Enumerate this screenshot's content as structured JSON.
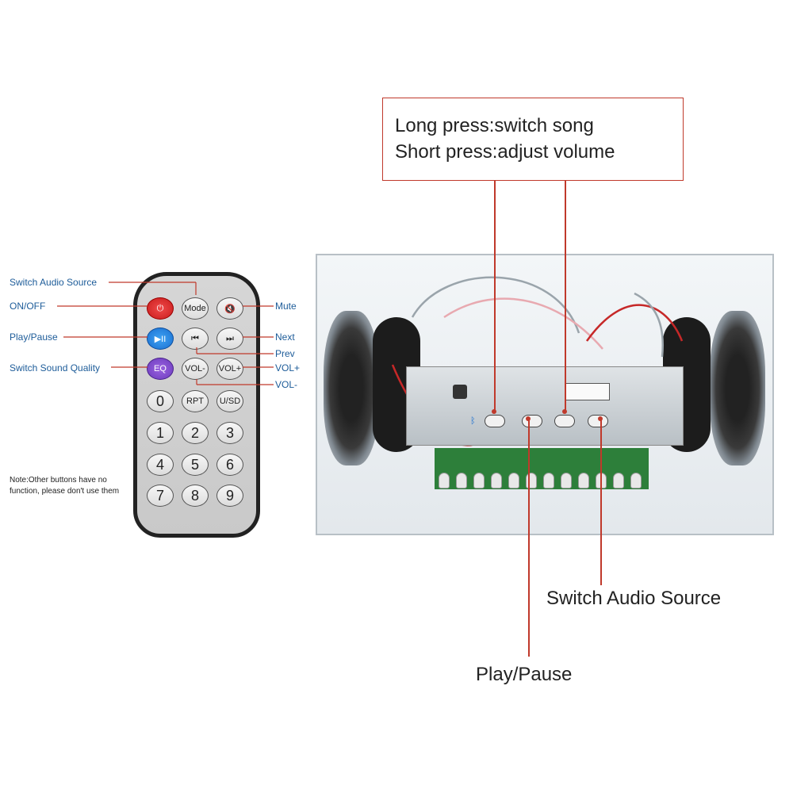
{
  "callouts": {
    "top_line1": "Long press:switch song",
    "top_line2": "Short press:adjust volume",
    "switch_audio_source": "Switch Audio Source",
    "play_pause": "Play/Pause"
  },
  "remote": {
    "labels": {
      "switch_audio_source": "Switch Audio Source",
      "on_off": "ON/OFF",
      "mute": "Mute",
      "play_pause": "Play/Pause",
      "next": "Next",
      "prev": "Prev",
      "switch_sound_quality": "Switch Sound Quality",
      "vol_plus": "VOL+",
      "vol_minus": "VOL-"
    },
    "buttons": {
      "power": "⏻",
      "mode": "Mode",
      "mute": "🔇",
      "play_pause": "▶II",
      "prev": "⏮",
      "next": "⏭",
      "eq": "EQ",
      "vol_minus": "VOL-",
      "vol_plus": "VOL+",
      "zero": "0",
      "rpt": "RPT",
      "usd": "U/SD",
      "one": "1",
      "two": "2",
      "three": "3",
      "four": "4",
      "five": "5",
      "six": "6",
      "seven": "7",
      "eight": "8",
      "nine": "9"
    },
    "note": "Note:Other buttons have no function, please don't use them"
  },
  "colors": {
    "callout_red": "#c0392b",
    "label_blue": "#1d5c99"
  }
}
